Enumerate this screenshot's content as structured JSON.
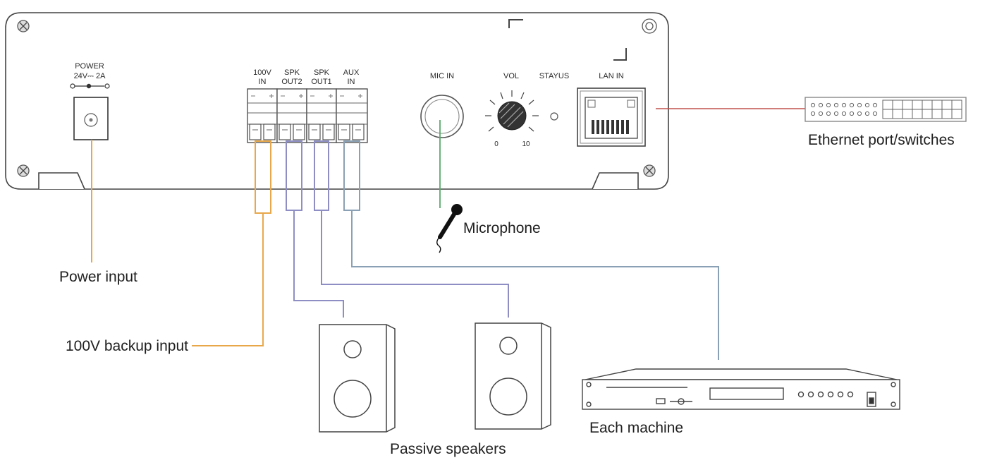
{
  "panel": {
    "power": {
      "title": "POWER",
      "rating": "24V⎓ 2A"
    },
    "terminals": [
      {
        "line1": "100V",
        "line2": "IN"
      },
      {
        "line1": "SPK",
        "line2": "OUT2"
      },
      {
        "line1": "SPK",
        "line2": "OUT1"
      },
      {
        "line1": "AUX",
        "line2": "IN"
      }
    ],
    "mic_in": "MIC IN",
    "vol": {
      "label": "VOL",
      "min": "0",
      "max": "10"
    },
    "status": "STAYUS",
    "lan_in": "LAN IN"
  },
  "labels": {
    "power_input": "Power input",
    "backup_input": "100V backup input",
    "microphone": "Microphone",
    "passive_speakers": "Passive speakers",
    "each_machine": "Each machine",
    "ethernet": "Ethernet port/switches"
  },
  "colors": {
    "power_wire": "#e8a84a",
    "speaker_wire": "#8e8ec4",
    "mic_wire": "#5aaa6a",
    "lan_wire": "#c0504d",
    "aux_wire": "#8aa0b4",
    "outline": "#444444"
  }
}
